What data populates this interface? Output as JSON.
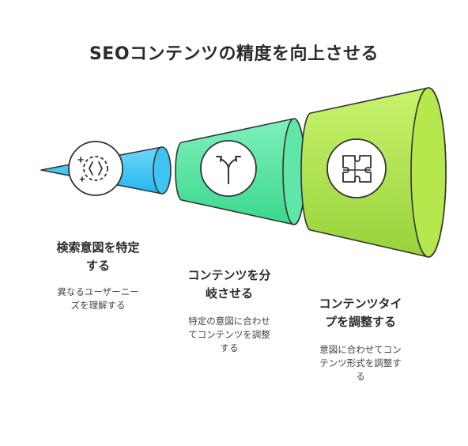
{
  "title": "SEOコンテンツの精度を向上させる",
  "stages": [
    {
      "heading_lines": [
        "検索意図を特定",
        "する"
      ],
      "desc_lines": [
        "異なるユーザーニー",
        "ズを理解する"
      ],
      "icon": "target-search-icon",
      "color": "#38c3f2"
    },
    {
      "heading_lines": [
        "コンテンツを分",
        "岐させる"
      ],
      "desc_lines": [
        "特定の意図に合わせ",
        "てコンテンツを調整",
        "する"
      ],
      "icon": "split-arrows-icon",
      "color": "#4fe09b"
    },
    {
      "heading_lines": [
        "コンテンツタイ",
        "プを調整する"
      ],
      "desc_lines": [
        "意図に合わせてコン",
        "テンツ形式を調整す",
        "る"
      ],
      "icon": "puzzle-icon",
      "color": "#aee045"
    }
  ]
}
